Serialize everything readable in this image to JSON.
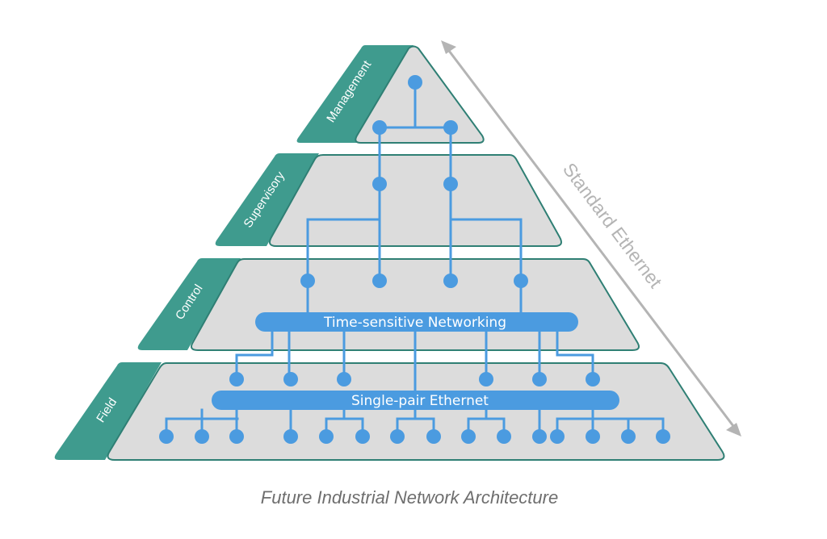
{
  "caption": "Future Industrial Network Architecture",
  "side_label": "Standard Ethernet",
  "tiers": {
    "management": "Management",
    "supervisory": "Supervisory",
    "control": "Control",
    "field": "Field"
  },
  "buses": {
    "tsn": "Time-sensitive Networking",
    "spe": "Single-pair Ethernet"
  },
  "colors": {
    "tab": "#3f9b8e",
    "tab_edge": "#2f7f74",
    "panel": "#dcdcdc",
    "node": "#4b9be0",
    "arrow": "#b4b4b4",
    "caption": "#6e6e6e"
  }
}
